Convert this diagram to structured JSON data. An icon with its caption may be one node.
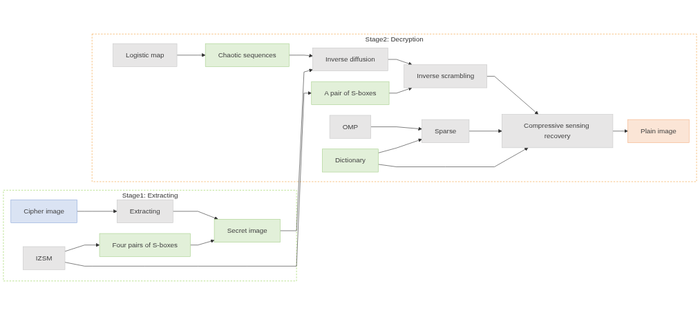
{
  "diagram": {
    "nodes": [
      {
        "text": [
          "Stage1: Extracting"
        ]
      },
      {
        "text": [
          "Cipher image"
        ],
        "in": 0
      },
      {
        "text": [
          "Extracting"
        ],
        "in": 0
      },
      {
        "text": [
          "IZSM"
        ],
        "in": 0
      },
      {
        "text": [
          "Four pairs of S-boxes"
        ],
        "in": 0
      },
      {
        "text": [
          "Secret image"
        ],
        "in": 0
      },
      {
        "text": [
          "Stage2: Decryption"
        ]
      },
      {
        "text": [
          "Logistic map"
        ],
        "in": 6
      },
      {
        "text": [
          "Chaotic sequences"
        ],
        "in": 6
      },
      {
        "text": [
          "Inverse diffusion"
        ],
        "in": 6
      },
      {
        "text": [
          "OMP"
        ],
        "in": 6
      },
      {
        "text": [
          "Sparse"
        ],
        "in": 6
      },
      {
        "text": [
          "Dictionary"
        ],
        "in": 6
      },
      {
        "text": [
          "A pair of S-boxes"
        ],
        "in": 6
      },
      {
        "text": [
          "Inverse scrambling"
        ],
        "in": 6
      },
      {
        "text": [
          "Compressive sensing recovery"
        ],
        "in": 6
      },
      {
        "text": [
          "Plain image"
        ],
        "in": 6
      }
    ],
    "edges": [
      {
        "from": 1,
        "to": 2,
        "arrow": "to"
      },
      {
        "from": 2,
        "to": 5,
        "arrow": "to"
      },
      {
        "from": 3,
        "to": 4,
        "arrow": "to"
      },
      {
        "from": 4,
        "to": 5,
        "arrow": "to"
      },
      {
        "from": 3,
        "to": 13,
        "arrow": "to"
      },
      {
        "from": 7,
        "to": 8,
        "arrow": "to"
      },
      {
        "from": 8,
        "to": 9,
        "arrow": "to"
      },
      {
        "from": 5,
        "to": 9,
        "arrow": "to"
      },
      {
        "from": 9,
        "to": 14,
        "arrow": "to"
      },
      {
        "from": 13,
        "to": 14,
        "arrow": "to"
      },
      {
        "from": 14,
        "to": 15,
        "arrow": "to"
      },
      {
        "from": 10,
        "to": 11,
        "arrow": "to"
      },
      {
        "from": 12,
        "to": 11,
        "arrow": "to"
      },
      {
        "from": 11,
        "to": 15,
        "arrow": "to"
      },
      {
        "from": 12,
        "to": 15,
        "arrow": "to"
      },
      {
        "from": 15,
        "to": 16,
        "arrow": "to"
      }
    ]
  }
}
